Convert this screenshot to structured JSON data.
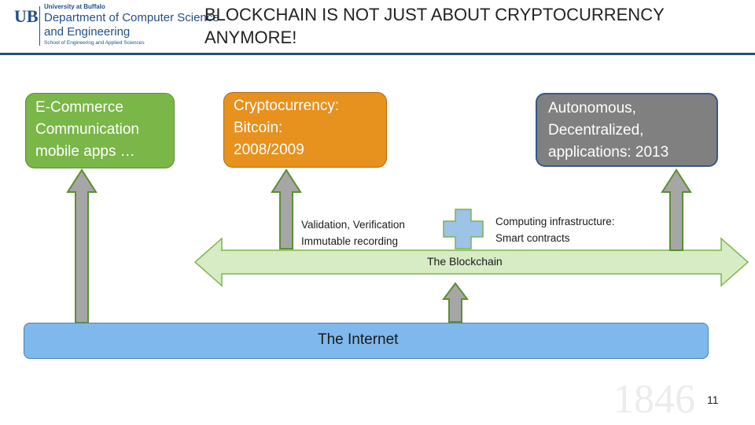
{
  "header": {
    "logo_mark": "UB",
    "university": "University at Buffalo",
    "department_line1": "Department of Computer Science",
    "department_line2": "and Engineering",
    "school": "School of Engineering and Applied Sciences",
    "title": "BLOCKCHAIN IS NOT JUST ABOUT CRYPTOCURRENCY ANYMORE!"
  },
  "boxes": {
    "ecommerce": [
      "E-Commerce",
      "Communication",
      "mobile apps …"
    ],
    "crypto": [
      "Cryptocurrency:",
      "Bitcoin:",
      "2008/2009"
    ],
    "autonomous": [
      "Autonomous,",
      "Decentralized,",
      "applications:  2013"
    ]
  },
  "labels": {
    "validation": [
      "Validation, Verification",
      "Immutable recording"
    ],
    "computing": [
      "Computing infrastructure:",
      "Smart contracts"
    ],
    "blockchain": "The Blockchain",
    "internet": "The Internet"
  },
  "watermark_year": "1846",
  "slide_number": "11",
  "colors": {
    "green": "#7ab648",
    "orange": "#e7911e",
    "gray": "#808080",
    "blue": "#7fb8ec",
    "light_green": "#d7ebc4",
    "arrow_gray": "#a6a6a6",
    "header_blue": "#1f4f8b"
  }
}
